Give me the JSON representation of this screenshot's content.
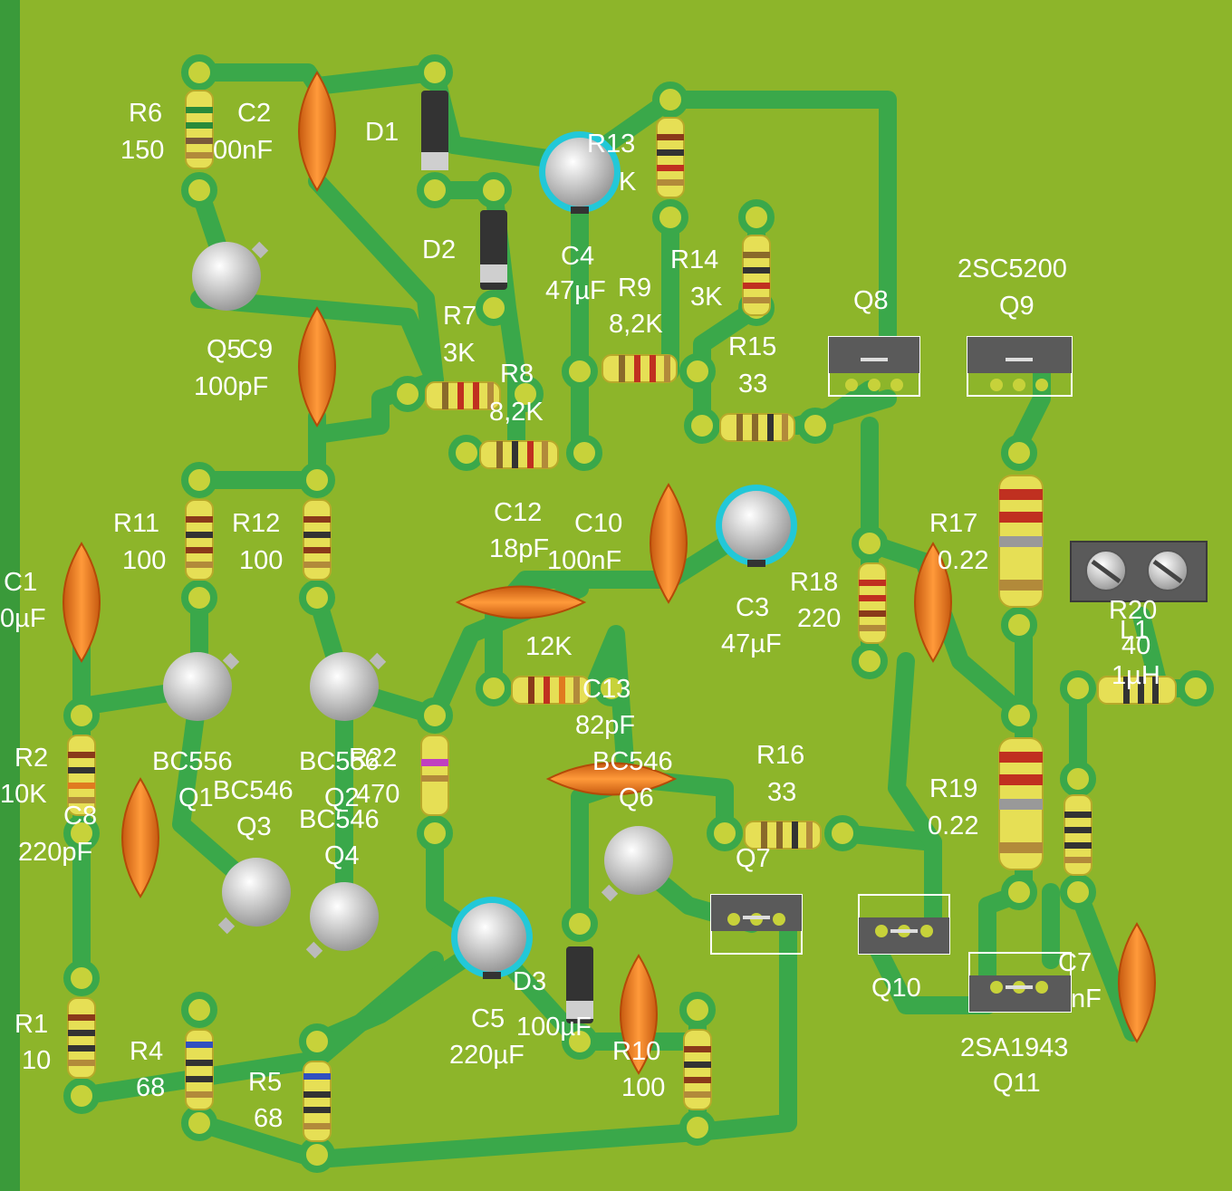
{
  "colors": {
    "board": "#8db52a",
    "edge": "#3a9a3a",
    "trace": "#3aa84a",
    "pad": "#c7d23a",
    "label": "#ffffff",
    "ceramic_cap": "#f07a1a",
    "electrolytic_ring": "#22c8d8",
    "transistor_body": "#d8d8d8",
    "power_transistor": "#5a5a5a",
    "resistor_body": "#e6df55",
    "diode_body": "#333333",
    "terminal_block": "#5a5a5a"
  },
  "labels": {
    "r6_name": "R6",
    "r6_value": "150",
    "c2_name": "C2",
    "c2_value": "00nF",
    "d1_name": "D1",
    "r13_name": "R13",
    "r13_value": "K",
    "d2_name": "D2",
    "c4_name": "C4",
    "c4_value": "47µF",
    "r9_name": "R9",
    "r9_value": "8,2K",
    "r14_name": "R14",
    "r14_value": "3K",
    "r7_name": "R7",
    "r7_value": "3K",
    "q5_name": "Q5",
    "c9_name": "C9",
    "c9_value": "100pF",
    "r8_name": "R8",
    "r8_value": "8,2K",
    "r15_name": "R15",
    "r15_value": "33",
    "q8_name": "Q8",
    "q9_type": "2SC5200",
    "q9_name": "Q9",
    "r11_name": "R11",
    "r11_value": "100",
    "r12_name": "R12",
    "r12_value": "100",
    "c12_name": "C12",
    "c12_value": "18pF",
    "c10_name": "C10",
    "c10_value": "100nF",
    "c1_name": "C1",
    "c1_value": "0µF",
    "r17_name": "R17",
    "r17_value": "0.22",
    "r18_name": "R18",
    "r18_value": "220",
    "c3_name": "C3",
    "c3_value": "47µF",
    "r6b_value": "12K",
    "r20_name": "R20",
    "l1_name": "L1",
    "l1_turns": "40",
    "l1_value": "1µH",
    "c13_name": "C13",
    "c13_value": "82pF",
    "r2_name": "R2",
    "r2_value": "10K",
    "q1_type": "BC556",
    "q1_name": "Q1",
    "q2_type": "BC556",
    "q2_name": "Q2",
    "r22_name": "R22",
    "r22_value": "470",
    "q3_type": "BC546",
    "q3_name": "Q3",
    "q4_type": "BC546",
    "q4_name": "Q4",
    "c8_name": "C8",
    "c8_value": "220pF",
    "q6_type": "BC546",
    "q6_name": "Q6",
    "r16_name": "R16",
    "r16_value": "33",
    "q7_name": "Q7",
    "r19_name": "R19",
    "r19_value": "0.22",
    "d3_name": "D3",
    "c5_name": "C5",
    "c5_value": "220µF",
    "c6_value": "100µF",
    "r10_name": "R10",
    "r10_value": "100",
    "q10_name": "Q10",
    "c7_name": "C7",
    "c7_value": "nF",
    "q11_type": "2SA1943",
    "q11_name": "Q11",
    "r1_name": "R1",
    "r1_value": "10",
    "r4_name": "R4",
    "r4_value": "68",
    "r5_name": "R5",
    "r5_value": "68"
  }
}
